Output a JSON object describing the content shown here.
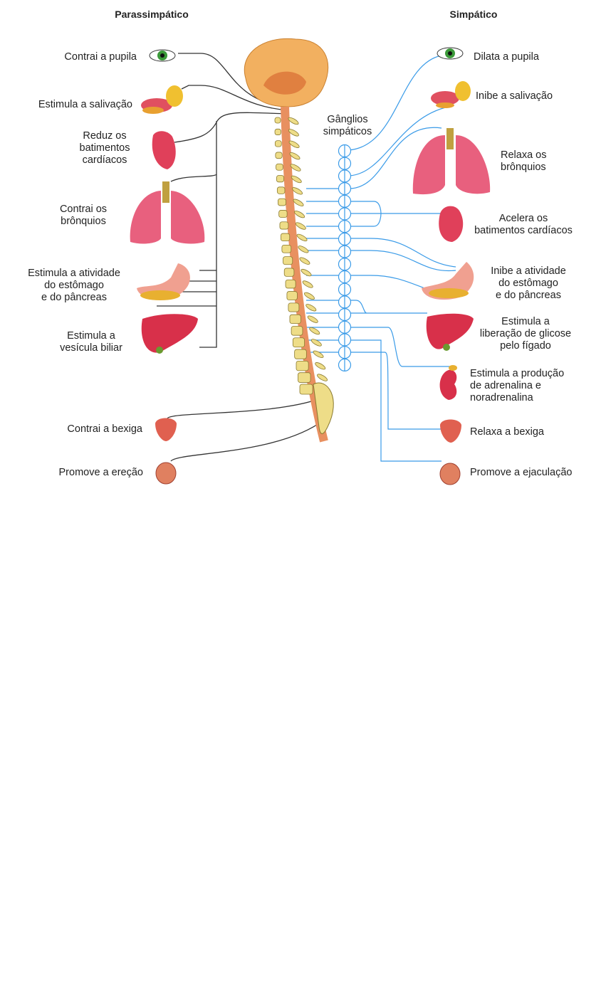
{
  "titles": {
    "parasympathetic": "Parassimpático",
    "sympathetic": "Simpático"
  },
  "ganglia_label": [
    "Gânglios",
    "simpáticos"
  ],
  "parasympathetic": [
    {
      "organ": "eye",
      "lines": [
        "Contrai a pupila"
      ]
    },
    {
      "organ": "salivary-glands",
      "lines": [
        "Estimula a salivação"
      ]
    },
    {
      "organ": "heart",
      "lines": [
        "Reduz os",
        "batimentos",
        "cardíacos"
      ]
    },
    {
      "organ": "lungs",
      "lines": [
        "Contrai os",
        "brônquios"
      ]
    },
    {
      "organ": "stomach-pancreas",
      "lines": [
        "Estimula a atividade",
        "do estômago",
        "e do pâncreas"
      ]
    },
    {
      "organ": "liver-gallbladder",
      "lines": [
        "Estimula a",
        "vesícula biliar"
      ]
    },
    {
      "organ": "bladder",
      "lines": [
        "Contrai a bexiga"
      ]
    },
    {
      "organ": "genitals",
      "lines": [
        "Promove a ereção"
      ]
    }
  ],
  "sympathetic": [
    {
      "organ": "eye",
      "lines": [
        "Dilata a pupila"
      ]
    },
    {
      "organ": "salivary-glands",
      "lines": [
        "Inibe a salivação"
      ]
    },
    {
      "organ": "lungs",
      "lines": [
        "Relaxa os",
        "brônquios"
      ]
    },
    {
      "organ": "heart",
      "lines": [
        "Acelera os",
        "batimentos cardíacos"
      ]
    },
    {
      "organ": "stomach-pancreas",
      "lines": [
        "Inibe a atividade",
        "do estômago",
        "e do pâncreas"
      ]
    },
    {
      "organ": "liver",
      "lines": [
        "Estimula a",
        "liberação de glicose",
        "pelo fígado"
      ]
    },
    {
      "organ": "adrenal-kidney",
      "lines": [
        "Estimula a produção",
        "de adrenalina e",
        "noradrenalina"
      ]
    },
    {
      "organ": "bladder",
      "lines": [
        "Relaxa a bexiga"
      ]
    },
    {
      "organ": "genitals",
      "lines": [
        "Promove a ejaculação"
      ]
    }
  ],
  "colors": {
    "parasympathetic_nerve": "#333333",
    "sympathetic_nerve": "#3a9be8",
    "organ": "#e0405a",
    "lung": "#e8607e",
    "brain": "#f2b060",
    "vertebra": "#eedd88"
  }
}
